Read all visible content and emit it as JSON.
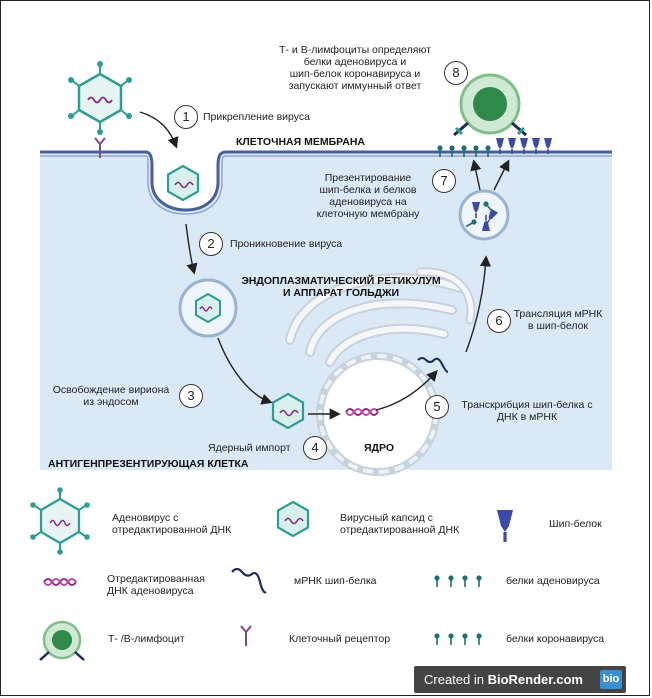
{
  "steps": [
    {
      "n": "1",
      "label": "Прикрепление вируса"
    },
    {
      "n": "2",
      "label": "Проникновение вируса"
    },
    {
      "n": "3",
      "label": "Освобождение вириона\nиз эндосом"
    },
    {
      "n": "4",
      "label": "Ядерный импорт"
    },
    {
      "n": "5",
      "label": "Транскрибция шип-белка с\nДНК в мРНК"
    },
    {
      "n": "6",
      "label": "Трансляция мРНК\nв шип-белок"
    },
    {
      "n": "7",
      "label": "Презентирование\nшип-белка и белков\nаденовируса на\nклеточную мембрану"
    },
    {
      "n": "8",
      "label": "Т- и В-лимфоциты определяют\nбелки аденовируса и\nшип-белок коронавируса  и\nзапускают иммунный ответ"
    }
  ],
  "labels": {
    "membrane": "КЛЕТОЧНАЯ МЕМБРАНА",
    "er": "ЭНДОПЛАЗМАТИЧЕСКИЙ РЕТИКУЛУМ\nИ АППАРАТ ГОЛЬДЖИ",
    "nucleus": "ЯДРО",
    "apc": "АНТИГЕНПРЕЗЕНТИРУЮЩАЯ КЛЕТКА"
  },
  "legend": [
    {
      "icon": "adenovirus-icon",
      "label": "Аденовирус с\nотредактированной ДНК"
    },
    {
      "icon": "capsid-icon",
      "label": "Вирусный капсид с\nотредактированной ДНК"
    },
    {
      "icon": "spike-protein-icon",
      "label": "Шип-белок"
    },
    {
      "icon": "edited-dna-icon",
      "label": "Отредактированная\nДНК аденовируса"
    },
    {
      "icon": "mrna-icon",
      "label": "мРНК шип-белка"
    },
    {
      "icon": "adenovirus-proteins-icon",
      "label": "белки аденовируса"
    },
    {
      "icon": "lymphocyte-icon",
      "label": "Т- /В-лимфоцит"
    },
    {
      "icon": "receptor-icon",
      "label": "Клеточный рецептор"
    },
    {
      "icon": "coronavirus-proteins-icon",
      "label": "белки коронавируса"
    }
  ],
  "credit": {
    "prefix": "Created in ",
    "brand": "BioRender.com",
    "logo": "bio"
  },
  "colors": {
    "cell": "#dbe9f7",
    "membrane": "#4a5f96",
    "capsid": "#2e9d94",
    "dna": "#8a2c8c",
    "lymphocyte": "#3a9a5a",
    "spike": "#3b4aa8",
    "receptor": "#7a4a96"
  }
}
